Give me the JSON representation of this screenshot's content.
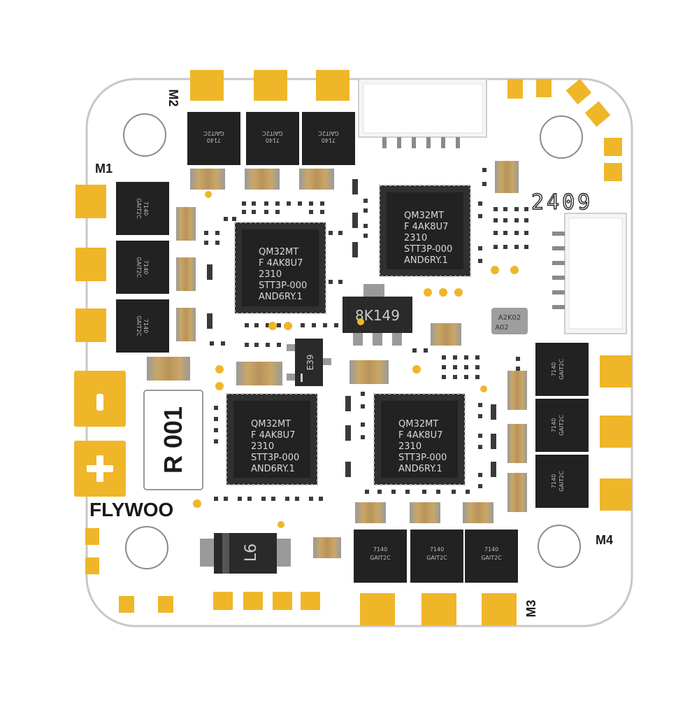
{
  "board": {
    "brand": "FLYWOO",
    "motor_labels": {
      "m1": "M1",
      "m2": "M2",
      "m3": "M3",
      "m4": "M4"
    },
    "serial_label": "R 001",
    "date_code": "2409",
    "regulator_marking": "8K149",
    "diode_marking": "L6",
    "small_ic_marking": "E39",
    "sensor_marking": [
      "A2K02",
      "A02"
    ],
    "mcu_marking": [
      "QM32MT",
      "F 4AK8U7",
      "2310",
      "STT3P-000",
      "AND6RY.1"
    ],
    "mosfet_marking": [
      "7140",
      "GAIT2C"
    ],
    "polarity": {
      "negative": "-",
      "positive": "+"
    },
    "colors": {
      "pcb": "#ffffff",
      "pad_gold": "#f0b629",
      "chip_black": "#222222",
      "silkscreen": "#1a1a1a"
    }
  }
}
